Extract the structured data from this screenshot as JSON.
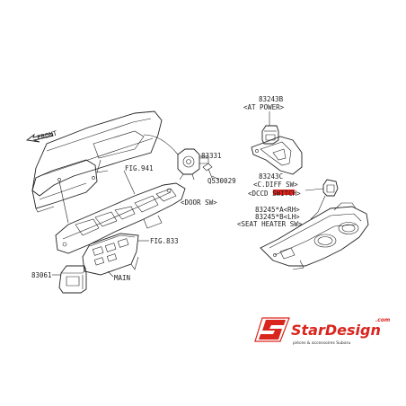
{
  "labels": {
    "front": "FRONT",
    "fig941": "FIG.941",
    "fig833": "FIG.833",
    "p83331": "83331",
    "q530029": "Q530029",
    "door_sw": "<DOOR SW>",
    "main": "MAIN",
    "p83061": "83061",
    "p83243b": "83243B",
    "at_power": "<AT POWER>",
    "p83243c": "83243C",
    "c_diff_sw": "<C.DIFF SW>",
    "dccd_switch": "<DCCD SWITCH>",
    "p83245_rh": "83245*A<RH>",
    "p83245_lh": "83245*B<LH>",
    "seat_heater_sw": "<SEAT HEATER SW>"
  },
  "logo": {
    "name": "StarDesign",
    "suffix": ".com",
    "tagline": "pièces & accessoires Subaru"
  },
  "colors": {
    "line": "#222222",
    "highlight": "#e8201a",
    "logo_red": "#d9251d",
    "logo_dark": "#2b2b2b"
  }
}
